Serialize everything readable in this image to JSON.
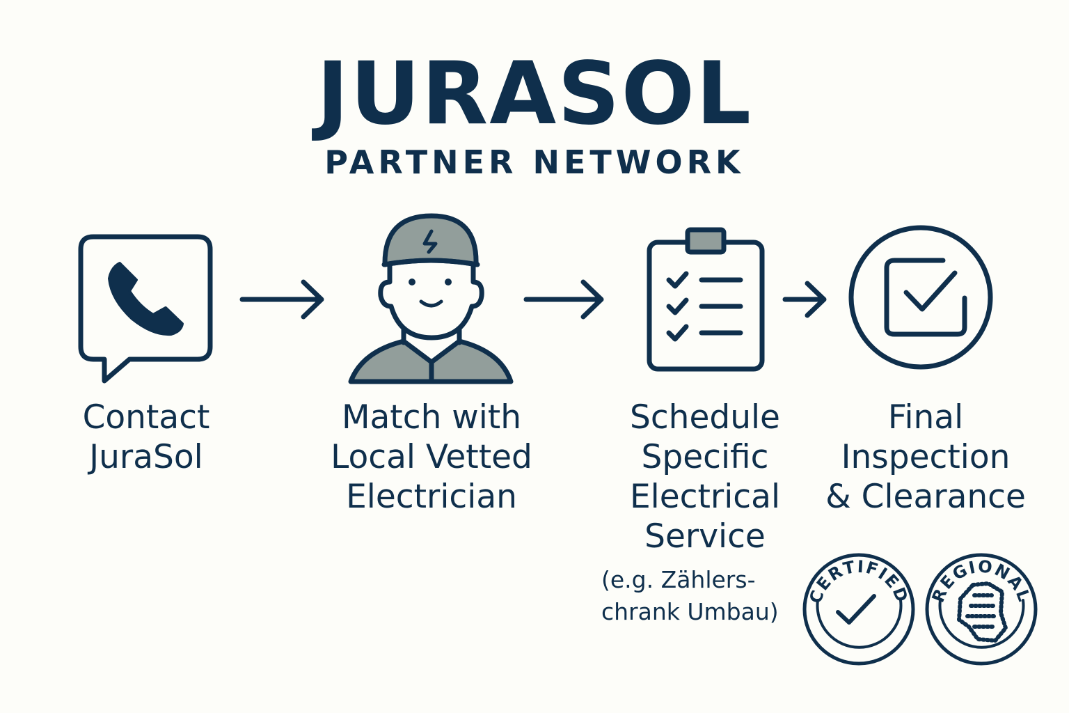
{
  "header": {
    "title": "JURASOL",
    "subtitle": "PARTNER NETWORK"
  },
  "colors": {
    "navy": "#0f2f4c",
    "gray_fill": "#929e9b",
    "background": "#fdfdf9"
  },
  "steps": [
    {
      "icon": "phone-chat-icon",
      "lines": [
        "Contact",
        "JuraSol"
      ]
    },
    {
      "icon": "electrician-icon",
      "lines": [
        "Match with",
        "Local Vetted",
        "Electrician"
      ]
    },
    {
      "icon": "clipboard-checklist-icon",
      "lines": [
        "Schedule",
        "Specific",
        "Electrical",
        "Service"
      ],
      "note": [
        "(e.g. Zählers-",
        "chrank Umbau)"
      ]
    },
    {
      "icon": "checkbox-circle-icon",
      "lines": [
        "Final",
        "Inspection",
        "& Clearance"
      ]
    }
  ],
  "badges": [
    {
      "icon": "certified-badge-icon",
      "text": "CERTIFIED"
    },
    {
      "icon": "regional-badge-icon",
      "text": "REGIONAL"
    }
  ]
}
